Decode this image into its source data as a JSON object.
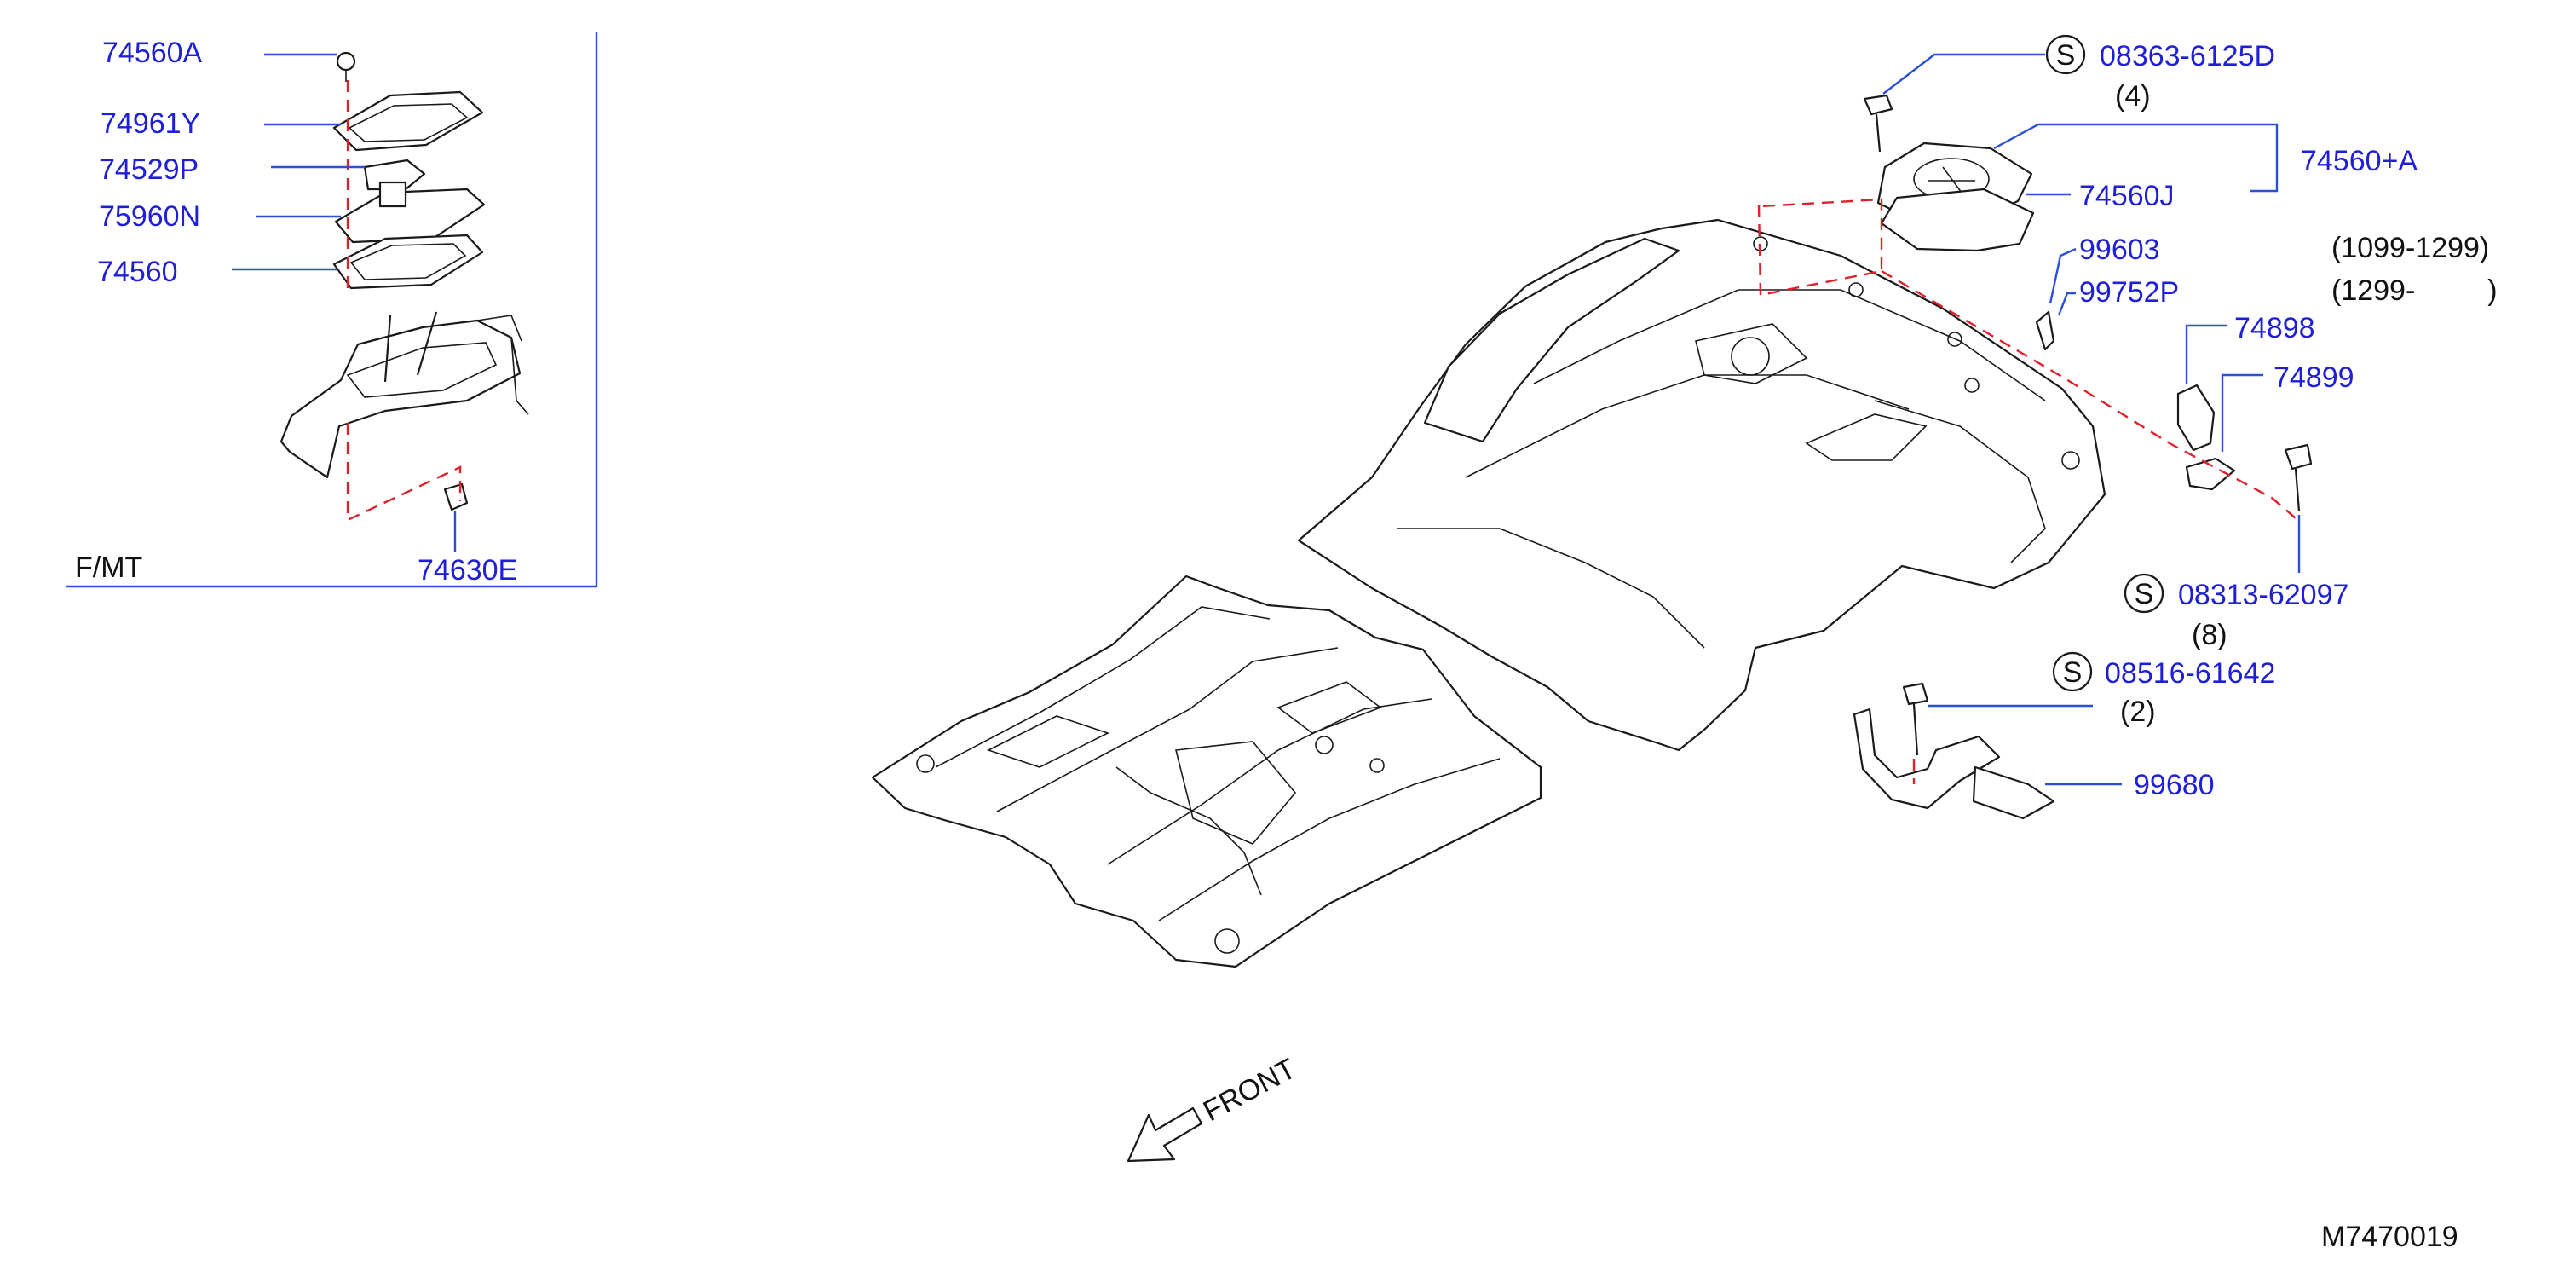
{
  "inset": {
    "caption": "F/MT",
    "parts": [
      "74560A",
      "74961Y",
      "74529P",
      "75960N",
      "74560",
      "74630E"
    ]
  },
  "callouts": [
    {
      "id": "c1",
      "label": "08363-6125D",
      "standard": true,
      "qty": "(4)"
    },
    {
      "id": "c2",
      "label": "74560+A"
    },
    {
      "id": "c3",
      "label": "74560J"
    },
    {
      "id": "c4",
      "label": "99603",
      "note": "(1099-1299)"
    },
    {
      "id": "c5",
      "label": "99752P",
      "note": "(1299-         )"
    },
    {
      "id": "c6",
      "label": "74898"
    },
    {
      "id": "c7",
      "label": "74899"
    },
    {
      "id": "c8",
      "label": "08313-62097",
      "standard": true,
      "qty": "(8)"
    },
    {
      "id": "c9",
      "label": "08516-61642",
      "standard": true,
      "qty": "(2)"
    },
    {
      "id": "c10",
      "label": "99680"
    }
  ],
  "standard_symbol": "S",
  "direction": {
    "label": "FRONT",
    "icon": "front-arrow-icon"
  },
  "diagram_code": "M7470019",
  "colors": {
    "label": "#1f1fd8",
    "leader": "#2b4fd6",
    "dash": "#e0202a",
    "line": "#1a1a1a"
  }
}
